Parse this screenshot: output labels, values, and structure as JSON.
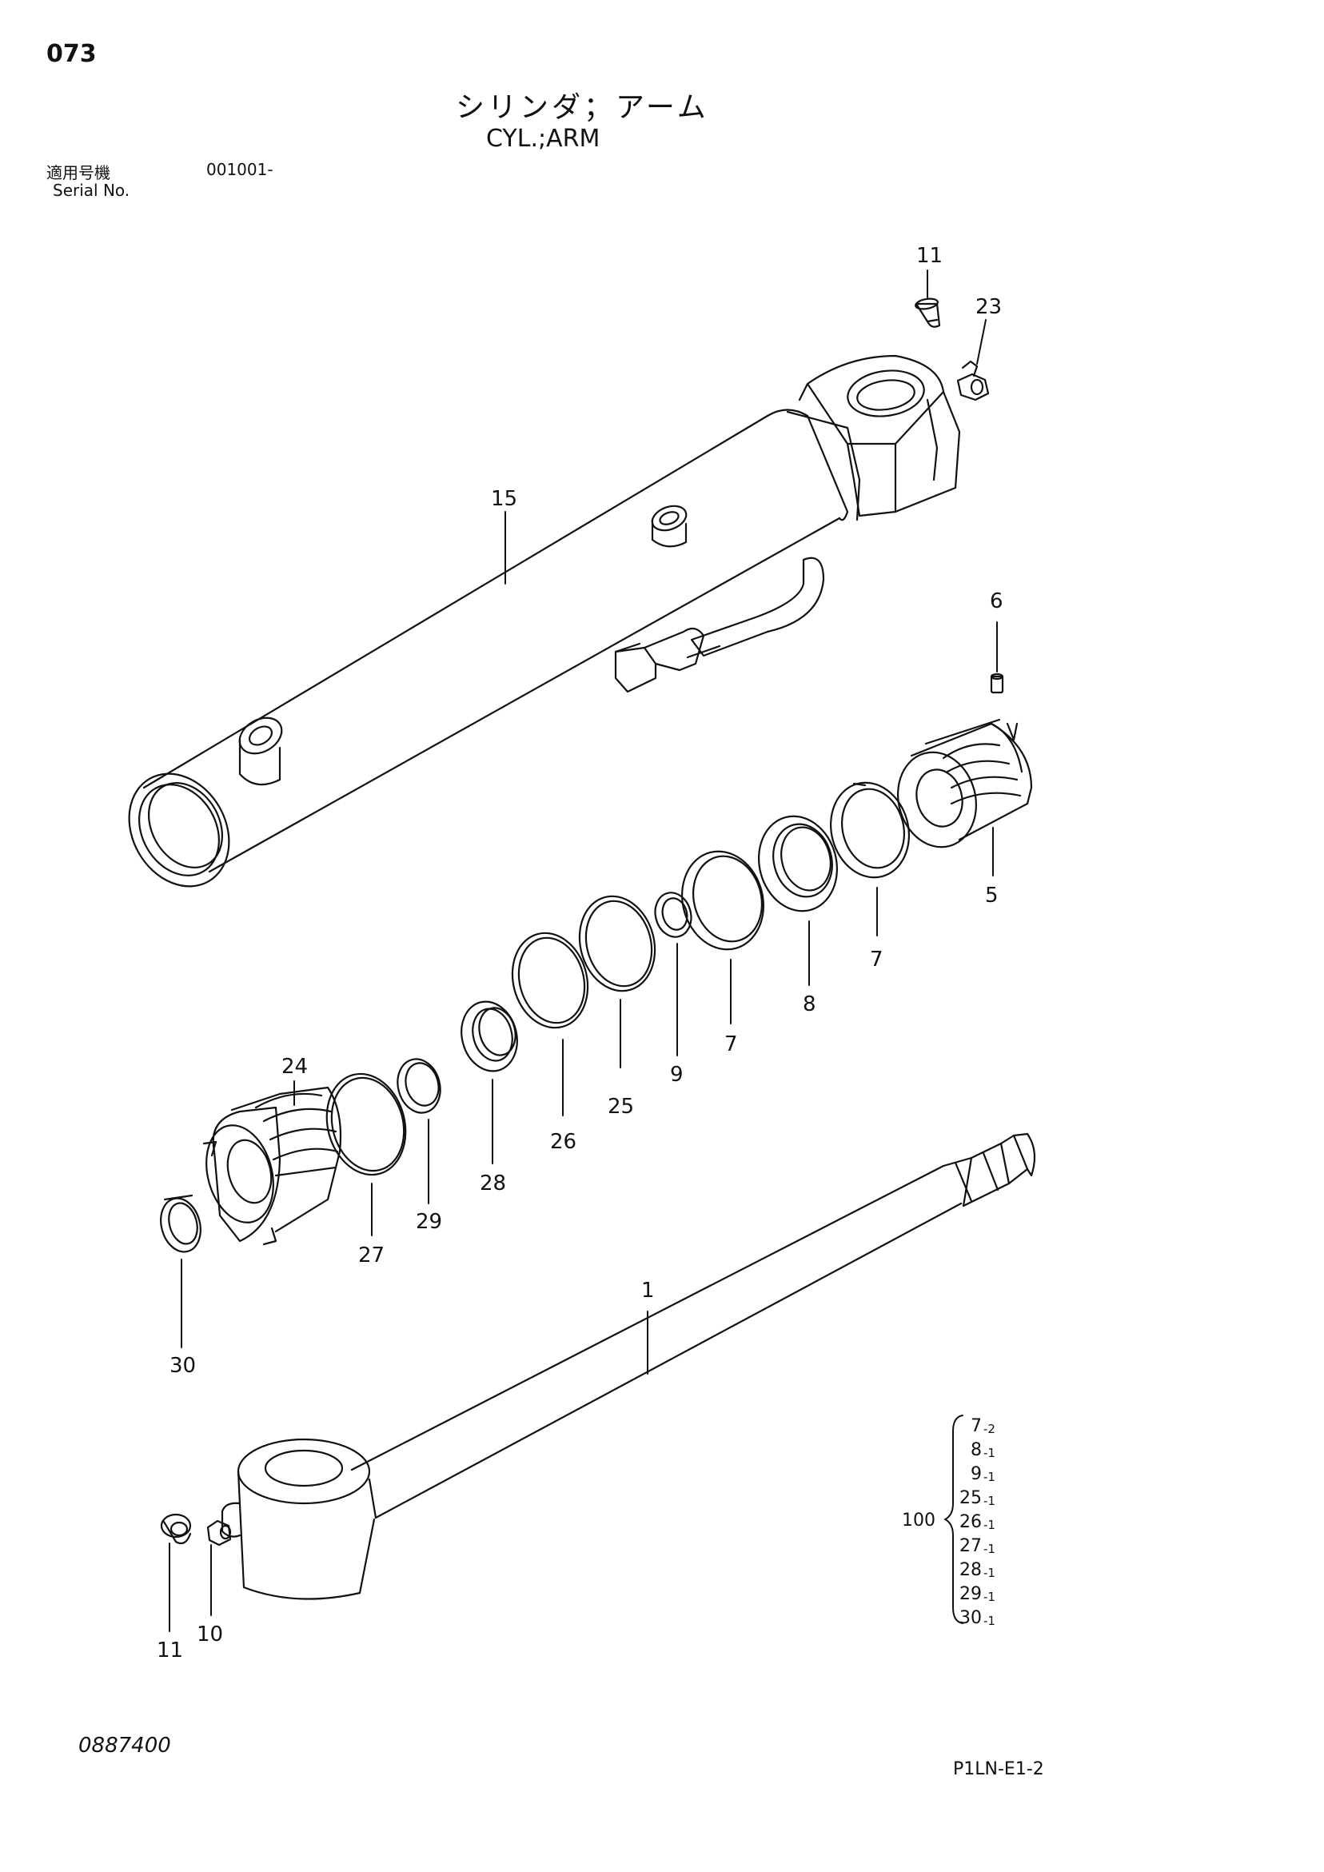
{
  "header": {
    "page_number": "073",
    "title_jp": "シリンダ；アーム",
    "title_en": "CYL.;ARM",
    "serial_label_jp": "適用号機",
    "serial_value": "001001-",
    "serial_label_en": "Serial No."
  },
  "callouts": [
    {
      "id": "c11a",
      "text": "11"
    },
    {
      "id": "c23",
      "text": "23"
    },
    {
      "id": "c15",
      "text": "15"
    },
    {
      "id": "c6",
      "text": "6"
    },
    {
      "id": "c5",
      "text": "5"
    },
    {
      "id": "c7a",
      "text": "7"
    },
    {
      "id": "c8",
      "text": "8"
    },
    {
      "id": "c7b",
      "text": "7"
    },
    {
      "id": "c9",
      "text": "9"
    },
    {
      "id": "c25",
      "text": "25"
    },
    {
      "id": "c26",
      "text": "26"
    },
    {
      "id": "c28",
      "text": "28"
    },
    {
      "id": "c29",
      "text": "29"
    },
    {
      "id": "c27",
      "text": "27"
    },
    {
      "id": "c24",
      "text": "24"
    },
    {
      "id": "c30",
      "text": "30"
    },
    {
      "id": "c1",
      "text": "1"
    },
    {
      "id": "c11b",
      "text": "11"
    },
    {
      "id": "c10",
      "text": "10"
    }
  ],
  "kit": {
    "label": "100",
    "items": [
      {
        "part": "7",
        "qty": "-2"
      },
      {
        "part": "8",
        "qty": "-1"
      },
      {
        "part": "9",
        "qty": "-1"
      },
      {
        "part": "25",
        "qty": "-1"
      },
      {
        "part": "26",
        "qty": "-1"
      },
      {
        "part": "27",
        "qty": "-1"
      },
      {
        "part": "28",
        "qty": "-1"
      },
      {
        "part": "29",
        "qty": "-1"
      },
      {
        "part": "30",
        "qty": "-1"
      }
    ]
  },
  "footer": {
    "drawing_number": "0887400",
    "sheet_code": "P1LN-E1-2"
  }
}
